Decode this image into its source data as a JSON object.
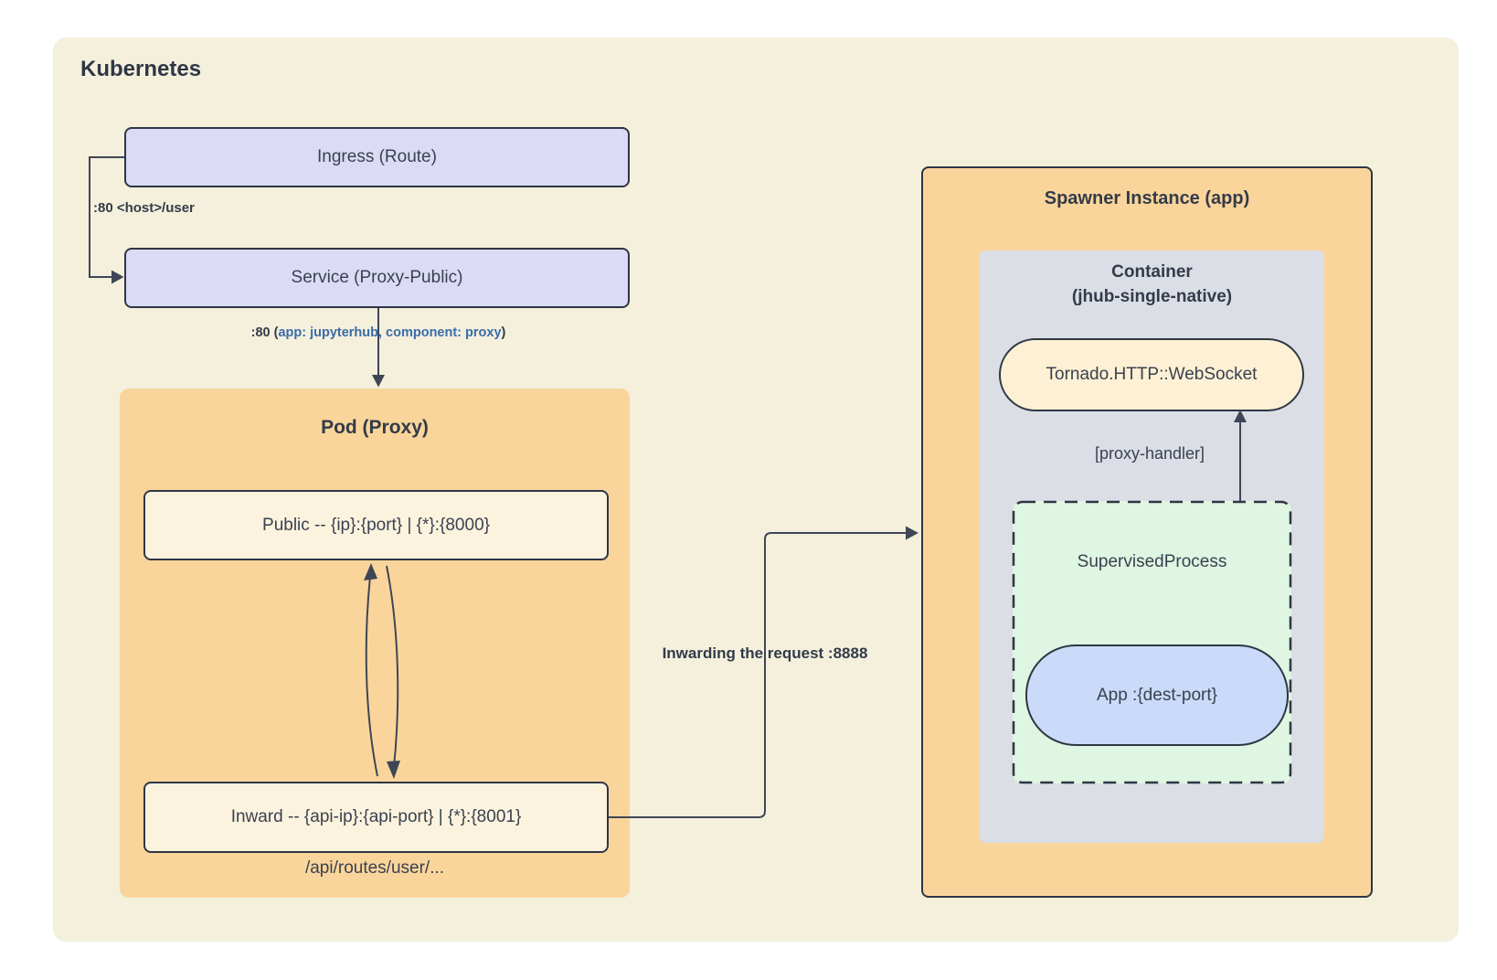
{
  "kubernetes": {
    "title": "Kubernetes"
  },
  "nodes": {
    "ingress": {
      "label": "Ingress (Route)"
    },
    "service": {
      "label": "Service (Proxy-Public)"
    },
    "pod": {
      "title": "Pod (Proxy)",
      "public": "Public -- {ip}:{port} | {*}:{8000}",
      "inward": "Inward -- {api-ip}:{api-port} | {*}:{8001}",
      "routes_note": "/api/routes/user/..."
    },
    "spawner": {
      "title": "Spawner Instance (app)",
      "container_line1": "Container",
      "container_line2": "(jhub-single-native)",
      "tornado": "Tornado.HTTP::WebSocket",
      "supervised": "SupervisedProcess",
      "app_pill": "App :{dest-port}"
    }
  },
  "edges": {
    "ingress_service": {
      "label": ":80 <host>/user"
    },
    "service_pod": {
      "prefix": ":80 (",
      "selector": "app: jupyterhub, component: proxy",
      "suffix": ")"
    },
    "inward_spawner": {
      "label": "Inwarding the request :8888"
    },
    "proxy_handler": {
      "label": "[proxy-handler]"
    }
  },
  "colors": {
    "page_background": "#FFFFFF",
    "kubernetes_background": "#F4F0DC",
    "lavender_node": "#DBDBF6",
    "orange_group": "#FAD59B",
    "cream_node": "#FCF3DE",
    "tornado_fill": "#FDF0D4",
    "container_gray": "#DBDEE5",
    "supervised_green": "#DFF6E2",
    "app_pill_blue": "#C9DBF8",
    "border_dark": "#2E3644",
    "wire": "#3F4656",
    "text_dark": "#333B49",
    "text_regular": "#3A4150",
    "selector_blue": "#3A6CA8"
  }
}
